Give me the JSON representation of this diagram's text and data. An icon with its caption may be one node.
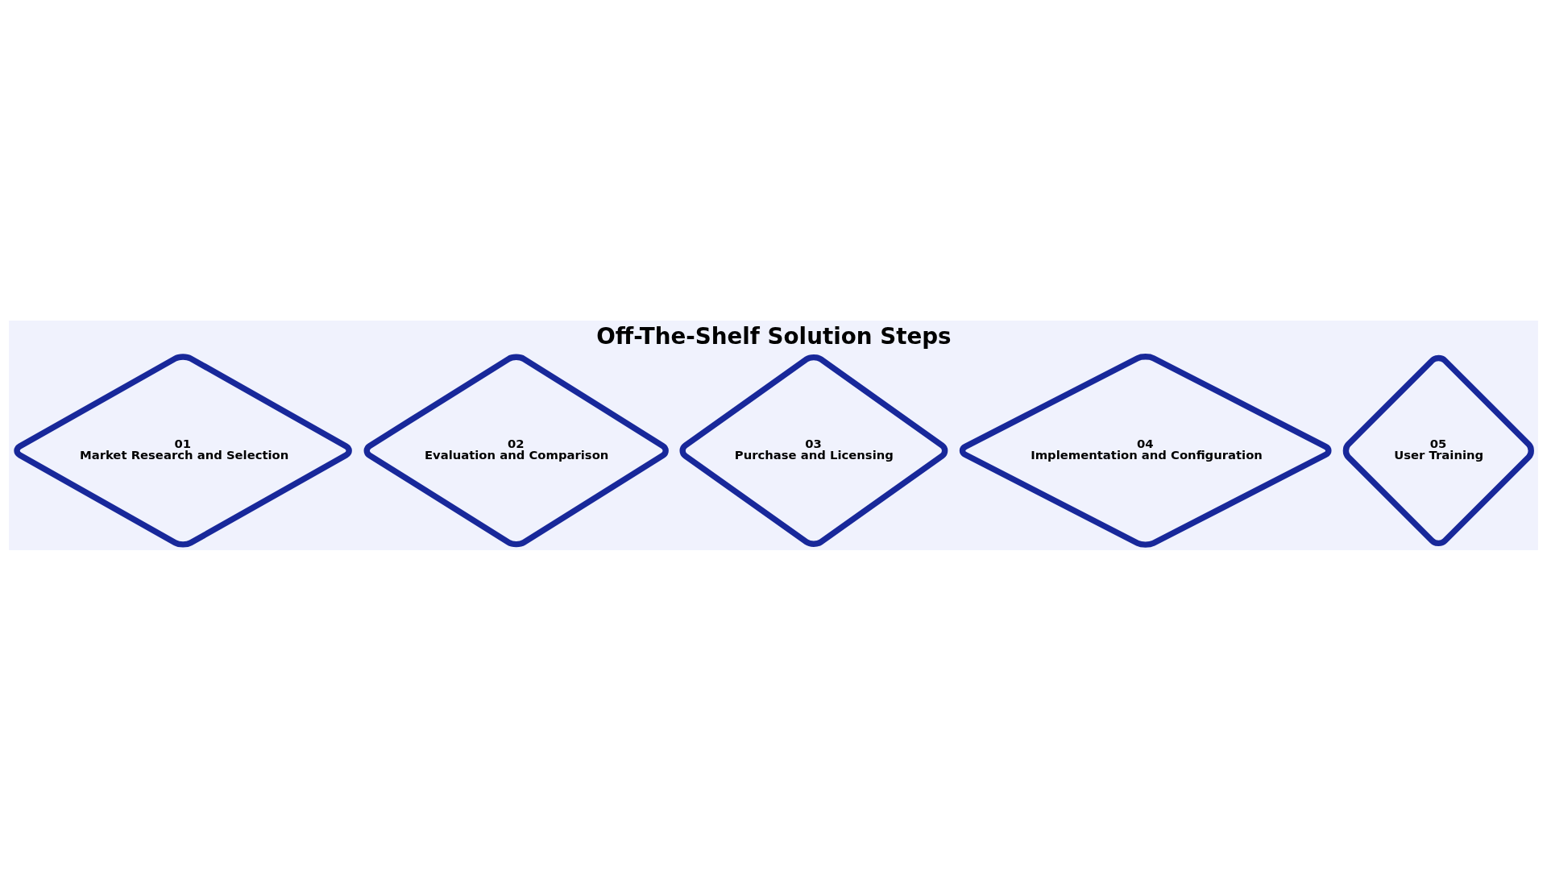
{
  "diagram": {
    "title": "Off-The-Shelf Solution Steps",
    "nodes": [
      {
        "text": [
          "01",
          "Market Research and Selection"
        ]
      },
      {
        "text": [
          "02",
          "Evaluation and Comparison"
        ]
      },
      {
        "text": [
          "03",
          "Purchase and Licensing"
        ]
      },
      {
        "text": [
          "04",
          "Implementation and Configuration"
        ]
      },
      {
        "text": [
          "05",
          "User Training"
        ]
      }
    ]
  }
}
